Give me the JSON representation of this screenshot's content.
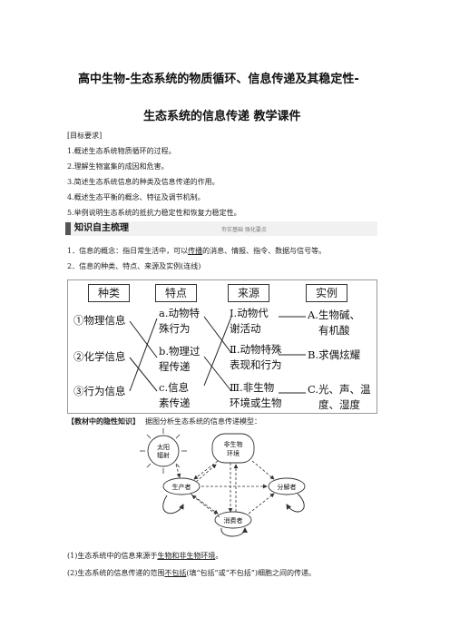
{
  "header": {
    "title_line1": "高中生物-生态系统的物质循环、信息传递及其稳定性-",
    "title_line2": "生态系统的信息传递 教学课件"
  },
  "goals": {
    "heading": "[目标要求]",
    "items": [
      "1.概述生态系统物质循环的过程。",
      "2.理解生物富集的成因和危害。",
      "3.简述生态系统信息的种类及信息传递的作用。",
      "4.概述生态平衡的概念、特征及调节机制。",
      "5.举例说明生态系统的抵抗力稳定性和恢复力稳定性。"
    ]
  },
  "banner": {
    "title": "知识自主梳理",
    "subtitle": "夯实基础  强化要点"
  },
  "points": {
    "p1_prefix": "1．信息的概念：指日常生活中，可以",
    "p1_underlined": "传播",
    "p1_suffix": "的消息、情报、指令、数据与信号等。",
    "p2": "2．信息的种类、特点、来源及实例(连线)"
  },
  "matching": {
    "headers": [
      "种类",
      "特点",
      "来源",
      "实例"
    ],
    "kinds": [
      "①物理信息",
      "②化学信息",
      "③行为信息"
    ],
    "features": [
      [
        "a.动物特",
        "殊行为"
      ],
      [
        "b.物理过",
        "程传递"
      ],
      [
        "c.信息",
        "素传递"
      ]
    ],
    "sources": [
      [
        "Ⅰ.动物代",
        "谢活动"
      ],
      [
        "Ⅱ.动物特殊",
        "表现和行为"
      ],
      [
        "Ⅲ.非生物",
        "环境或生物"
      ]
    ],
    "examples": [
      [
        "A.生物碱、",
        "有机酸"
      ],
      [
        "B.求偶炫耀"
      ],
      [
        "C.光、声、温",
        "度、湿度"
      ]
    ]
  },
  "hidden_knowledge": {
    "tag": "【教材中的隐性知识】",
    "text": "据图分析生态系统的信息传递模型："
  },
  "model": {
    "sun": [
      "太阳",
      "辐射"
    ],
    "abiotic": [
      "非生物",
      "环境"
    ],
    "producer": "生产者",
    "decomposer": "分解者",
    "consumer": "消费者"
  },
  "answers": {
    "a1_prefix": "(1)生态系统中的信息来源于",
    "a1_underlined": "生物和非生物环境",
    "a1_suffix": "。",
    "a2_prefix": "(2)生态系统的信息传递的范围",
    "a2_underlined": "不包括",
    "a2_suffix": "(填“包括”或“不包括”)细胞之间的传递。"
  }
}
